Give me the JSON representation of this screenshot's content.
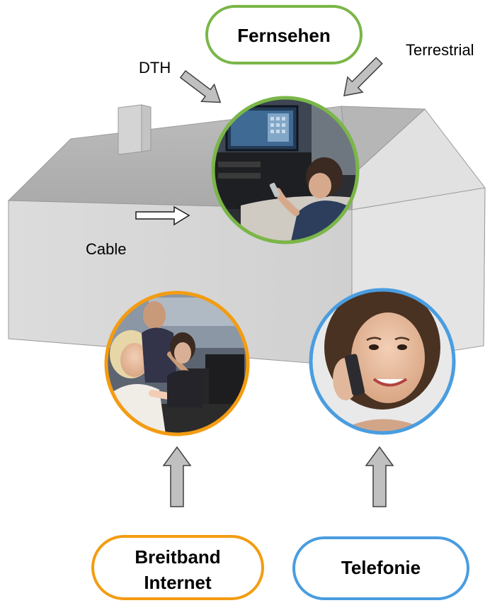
{
  "labels": {
    "dth": "DTH",
    "terrestrial": "Terrestrial",
    "cable": "Cable"
  },
  "pills": {
    "tv": {
      "text": "Fernsehen",
      "color": "#7ab648"
    },
    "internet": {
      "line1": "Breitband",
      "line2": "Internet",
      "color": "#f39c12"
    },
    "phone": {
      "text": "Telefonie",
      "color": "#4a9de0"
    }
  },
  "photos": {
    "tv": {
      "subject": "person-watching-tv",
      "border_color": "#7ab648"
    },
    "internet": {
      "subject": "people-at-computer",
      "border_color": "#f39c12"
    },
    "phone": {
      "subject": "woman-on-phone",
      "border_color": "#4a9de0"
    }
  },
  "colors": {
    "house_wall": "#d9d9d9",
    "house_roof": "#c4c4c4",
    "arrow_fill": "#c0c0c0",
    "arrow_stroke": "#404040"
  }
}
